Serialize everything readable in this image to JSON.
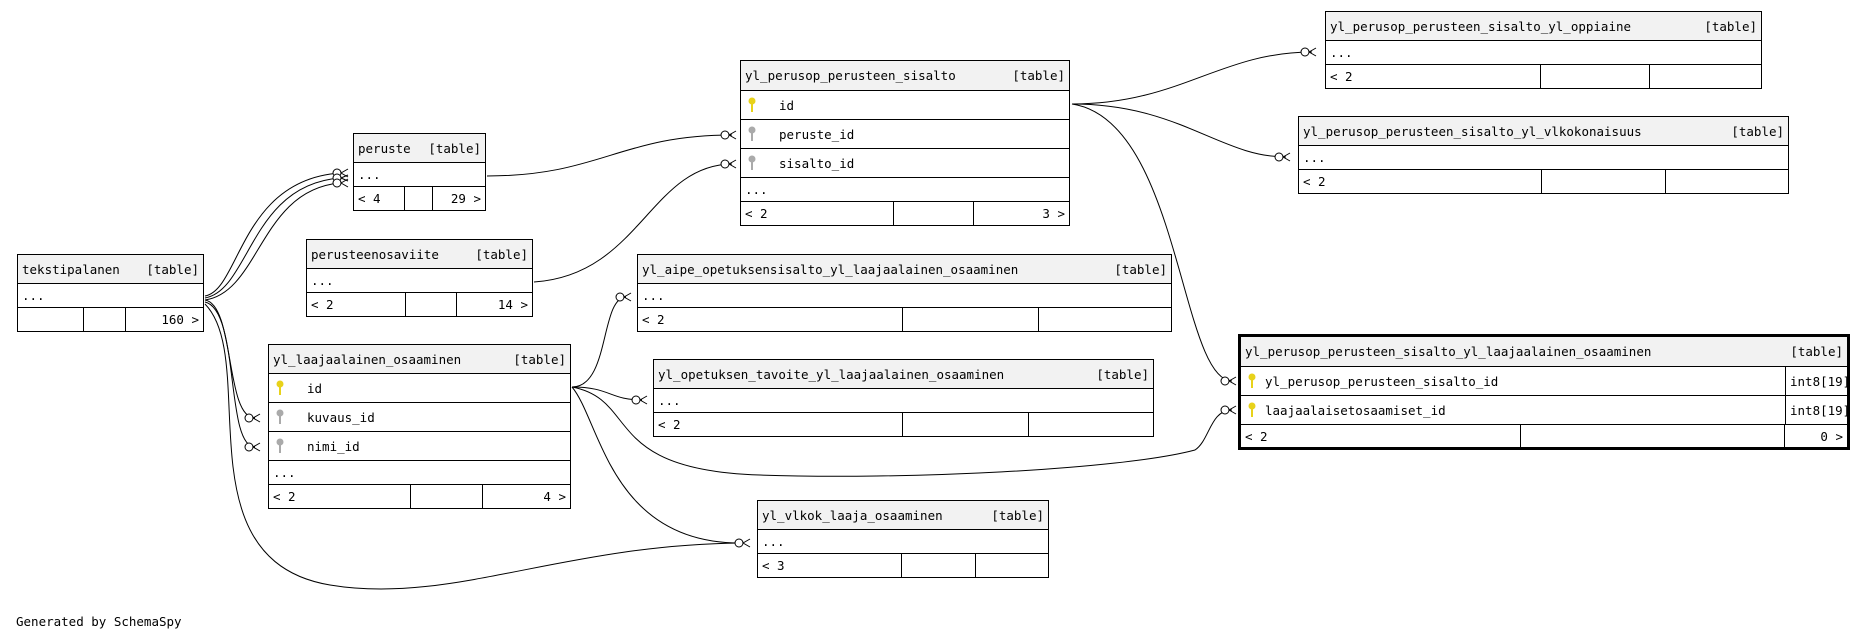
{
  "footer": "Generated by SchemaSpy",
  "tables": {
    "yl_perusop_perusteen_sisalto_yl_oppiaine": {
      "name": "yl_perusop_perusteen_sisalto_yl_oppiaine",
      "kind": "[table]",
      "cols": [
        "..."
      ],
      "foot": [
        "< 2",
        "",
        ""
      ]
    },
    "yl_perusop_perusteen_sisalto": {
      "name": "yl_perusop_perusteen_sisalto",
      "kind": "[table]",
      "cols": [
        "id",
        "peruste_id",
        "sisalto_id",
        "..."
      ],
      "foot": [
        "< 2",
        "",
        "3 >"
      ]
    },
    "yl_perusop_perusteen_sisalto_yl_vlkokonaisuus": {
      "name": "yl_perusop_perusteen_sisalto_yl_vlkokonaisuus",
      "kind": "[table]",
      "cols": [
        "..."
      ],
      "foot": [
        "< 2",
        "",
        ""
      ]
    },
    "peruste": {
      "name": "peruste",
      "kind": "[table]",
      "cols": [
        "..."
      ],
      "foot": [
        "< 4",
        "",
        "29 >"
      ]
    },
    "perusteenosaviite": {
      "name": "perusteenosaviite",
      "kind": "[table]",
      "cols": [
        "..."
      ],
      "foot": [
        "< 2",
        "",
        "14 >"
      ]
    },
    "tekstipalanen": {
      "name": "tekstipalanen",
      "kind": "[table]",
      "cols": [
        "..."
      ],
      "foot": [
        "",
        "",
        "160 >"
      ]
    },
    "yl_aipe_opetuksensisalto_yl_laajaalainen_osaaminen": {
      "name": "yl_aipe_opetuksensisalto_yl_laajaalainen_osaaminen",
      "kind": "[table]",
      "cols": [
        "..."
      ],
      "foot": [
        "< 2",
        "",
        ""
      ]
    },
    "yl_laajaalainen_osaaminen": {
      "name": "yl_laajaalainen_osaaminen",
      "kind": "[table]",
      "cols": [
        "id",
        "kuvaus_id",
        "nimi_id",
        "..."
      ],
      "foot": [
        "< 2",
        "",
        "4 >"
      ]
    },
    "yl_opetuksen_tavoite_yl_laajaalainen_osaaminen": {
      "name": "yl_opetuksen_tavoite_yl_laajaalainen_osaaminen",
      "kind": "[table]",
      "cols": [
        "..."
      ],
      "foot": [
        "< 2",
        "",
        ""
      ]
    },
    "yl_perusop_perusteen_sisalto_yl_laajaalainen_osaaminen": {
      "name": "yl_perusop_perusteen_sisalto_yl_laajaalainen_osaaminen",
      "kind": "[table]",
      "cols": [
        "yl_perusop_perusteen_sisalto_id",
        "laajaalaisetosaamiset_id"
      ],
      "types": [
        "int8[19]",
        "int8[19]"
      ],
      "foot": [
        "< 2",
        "",
        "0 >"
      ]
    },
    "yl_vlkok_laaja_osaaminen": {
      "name": "yl_vlkok_laaja_osaaminen",
      "kind": "[table]",
      "cols": [
        "..."
      ],
      "foot": [
        "< 3",
        "",
        ""
      ]
    }
  },
  "colors": {
    "primary_key": "#e8d21a",
    "foreign_key": "#aaaaaa",
    "header_bg": "#f2f2f2"
  }
}
